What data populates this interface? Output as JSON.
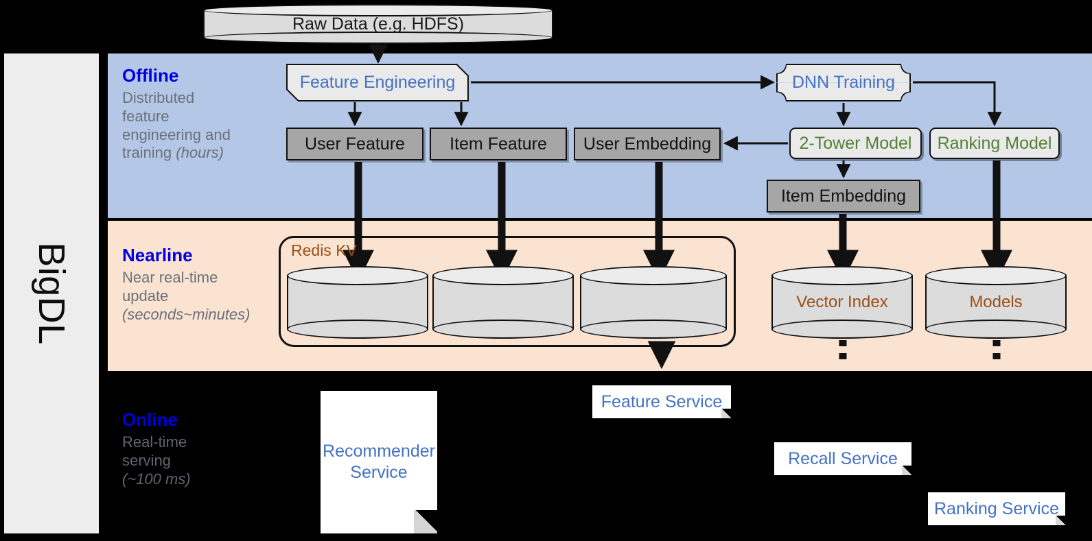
{
  "sidebar": {
    "label": "BigDL"
  },
  "bands": [
    {
      "id": "offline",
      "title": "Offline",
      "subtitle": "Distributed feature engineering and ",
      "subtitle_em": "(hours)"
    },
    {
      "id": "nearline",
      "title": "Nearline",
      "subtitle": "Near real-time update ",
      "subtitle_em": "(seconds~minutes)"
    },
    {
      "id": "online",
      "title": "Online",
      "subtitle": "Real-time serving ",
      "subtitle_em": "(~100 ms)"
    }
  ],
  "band_offline": {
    "title": "Offline",
    "sub_line1": "Distributed",
    "sub_line2": "feature",
    "sub_line3": "engineering and",
    "sub_line4": "training ",
    "sub_em": "(hours)"
  },
  "band_nearline": {
    "title": "Nearline",
    "sub_line1": "Near real-time",
    "sub_line2": "update",
    "sub_em": "(seconds~minutes)"
  },
  "band_online": {
    "title": "Online",
    "sub_line1": "Real-time",
    "sub_line2": "serving",
    "sub_em": "(~100 ms)"
  },
  "nodes": {
    "raw_data": "Raw Data (e.g. HDFS)",
    "feature_engineering": "Feature Engineering",
    "dnn_training": "DNN Training",
    "user_feature": "User Feature",
    "item_feature": "Item Feature",
    "user_embedding": "User Embedding",
    "item_embedding": "Item Embedding",
    "two_tower_model": "2-Tower Model",
    "ranking_model": "Ranking Model",
    "redis_kv": "Redis KV",
    "kv_cyl_1": "",
    "kv_cyl_2": "",
    "kv_cyl_3": "",
    "vector_index": "Vector Index",
    "models": "Models",
    "feature_service": "Feature Service",
    "recall_service": "Recall Service",
    "ranking_service": "Ranking Service",
    "recommender_service_line1": "Recommender",
    "recommender_service_line2": "Service"
  },
  "colors": {
    "offline_band": "#b4c7e7",
    "nearline_band": "#fbe3d2",
    "online_band": "#000000",
    "band_title": "#0000e0",
    "band_subtitle": "#6b7178",
    "blue_text": "#4472c4",
    "green_text": "#548235",
    "brown_text": "#9b4f14",
    "gray_box": "#a6a6a6",
    "light_box": "#eaeaea",
    "sidebar": "#ededed"
  }
}
